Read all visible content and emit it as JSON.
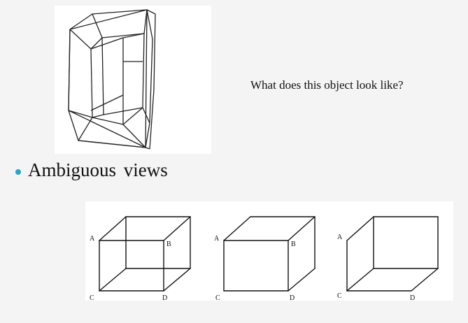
{
  "question": "What does this object look like?",
  "bullet": {
    "text": "Ambiguous views",
    "color": "#26a7c4"
  },
  "figures": {
    "hypercube": "hypercube wireframe drawing",
    "cube_labels": {
      "a": "A",
      "b": "B",
      "c": "C",
      "d": "D"
    }
  }
}
